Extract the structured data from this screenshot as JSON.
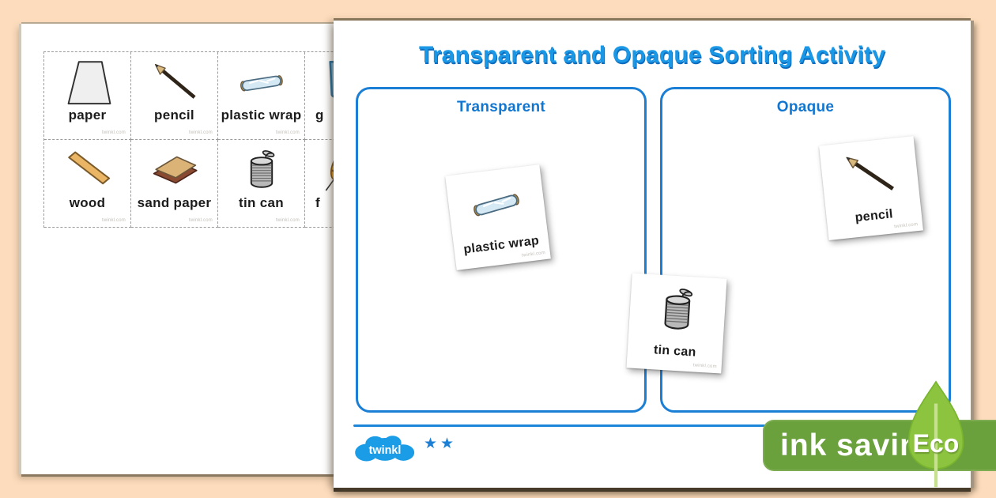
{
  "branding": {
    "watermark": "twinkl.com",
    "logo_text": "twinkl",
    "stars": "★★"
  },
  "front_page": {
    "title": "Transparent and Opaque Sorting Activity",
    "zones": [
      {
        "label": "Transparent"
      },
      {
        "label": "Opaque"
      }
    ],
    "placed_cards": [
      {
        "label": "plastic wrap",
        "zone": "Transparent"
      },
      {
        "label": "pencil",
        "zone": "Opaque"
      },
      {
        "label": "tin can",
        "zone": "between Transparent and Opaque"
      }
    ]
  },
  "back_page": {
    "cards": [
      {
        "label": "paper"
      },
      {
        "label": "pencil"
      },
      {
        "label": "plastic wrap"
      },
      {
        "label": "g",
        "partial": true
      },
      {
        "label": "wood"
      },
      {
        "label": "sand paper"
      },
      {
        "label": "tin can"
      },
      {
        "label": "f",
        "partial": true
      }
    ]
  },
  "footer": {
    "eco_badge": {
      "text": "ink saving",
      "leaf_label": "Eco"
    }
  },
  "colors": {
    "accent_blue": "#1a97e5",
    "box_border_blue": "#1a7fd5",
    "badge_green": "#6ba13c",
    "leaf_green": "#8cc43f",
    "background_peach": "#fcdcbc"
  }
}
